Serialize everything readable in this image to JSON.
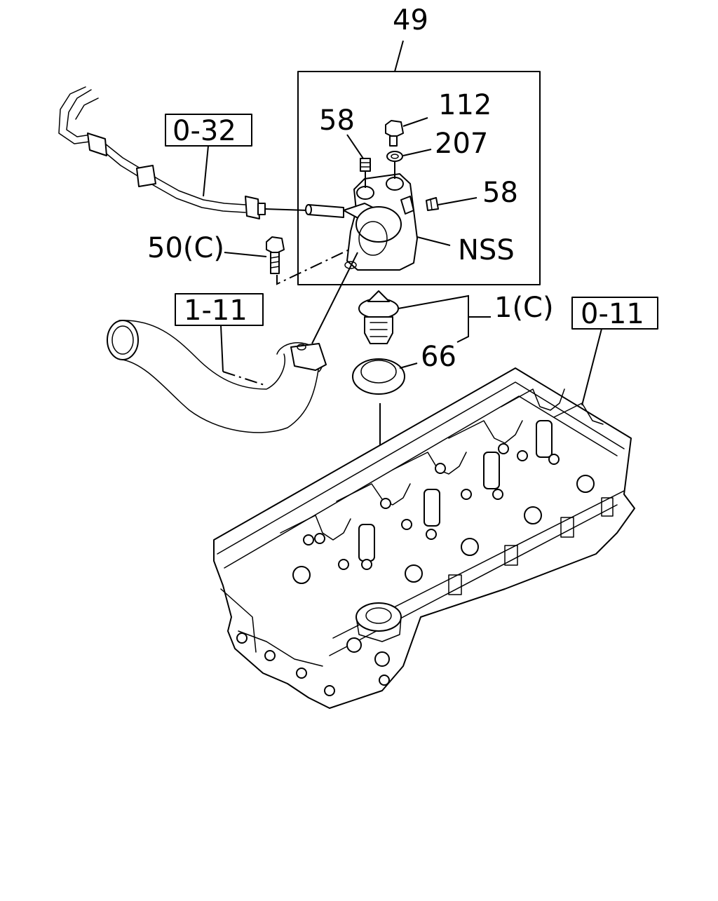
{
  "callouts": {
    "assembly": "49",
    "bolt_top": "112",
    "washer": "207",
    "plug_left": "58",
    "plug_right": "58",
    "not_serviced": "NSS",
    "bolt_left": "50(C)",
    "thermostat": "1(C)",
    "gasket": "66"
  },
  "references": {
    "fuel_hose": "0-32",
    "water_hose": "1-11",
    "cylinder_head": "0-11"
  }
}
